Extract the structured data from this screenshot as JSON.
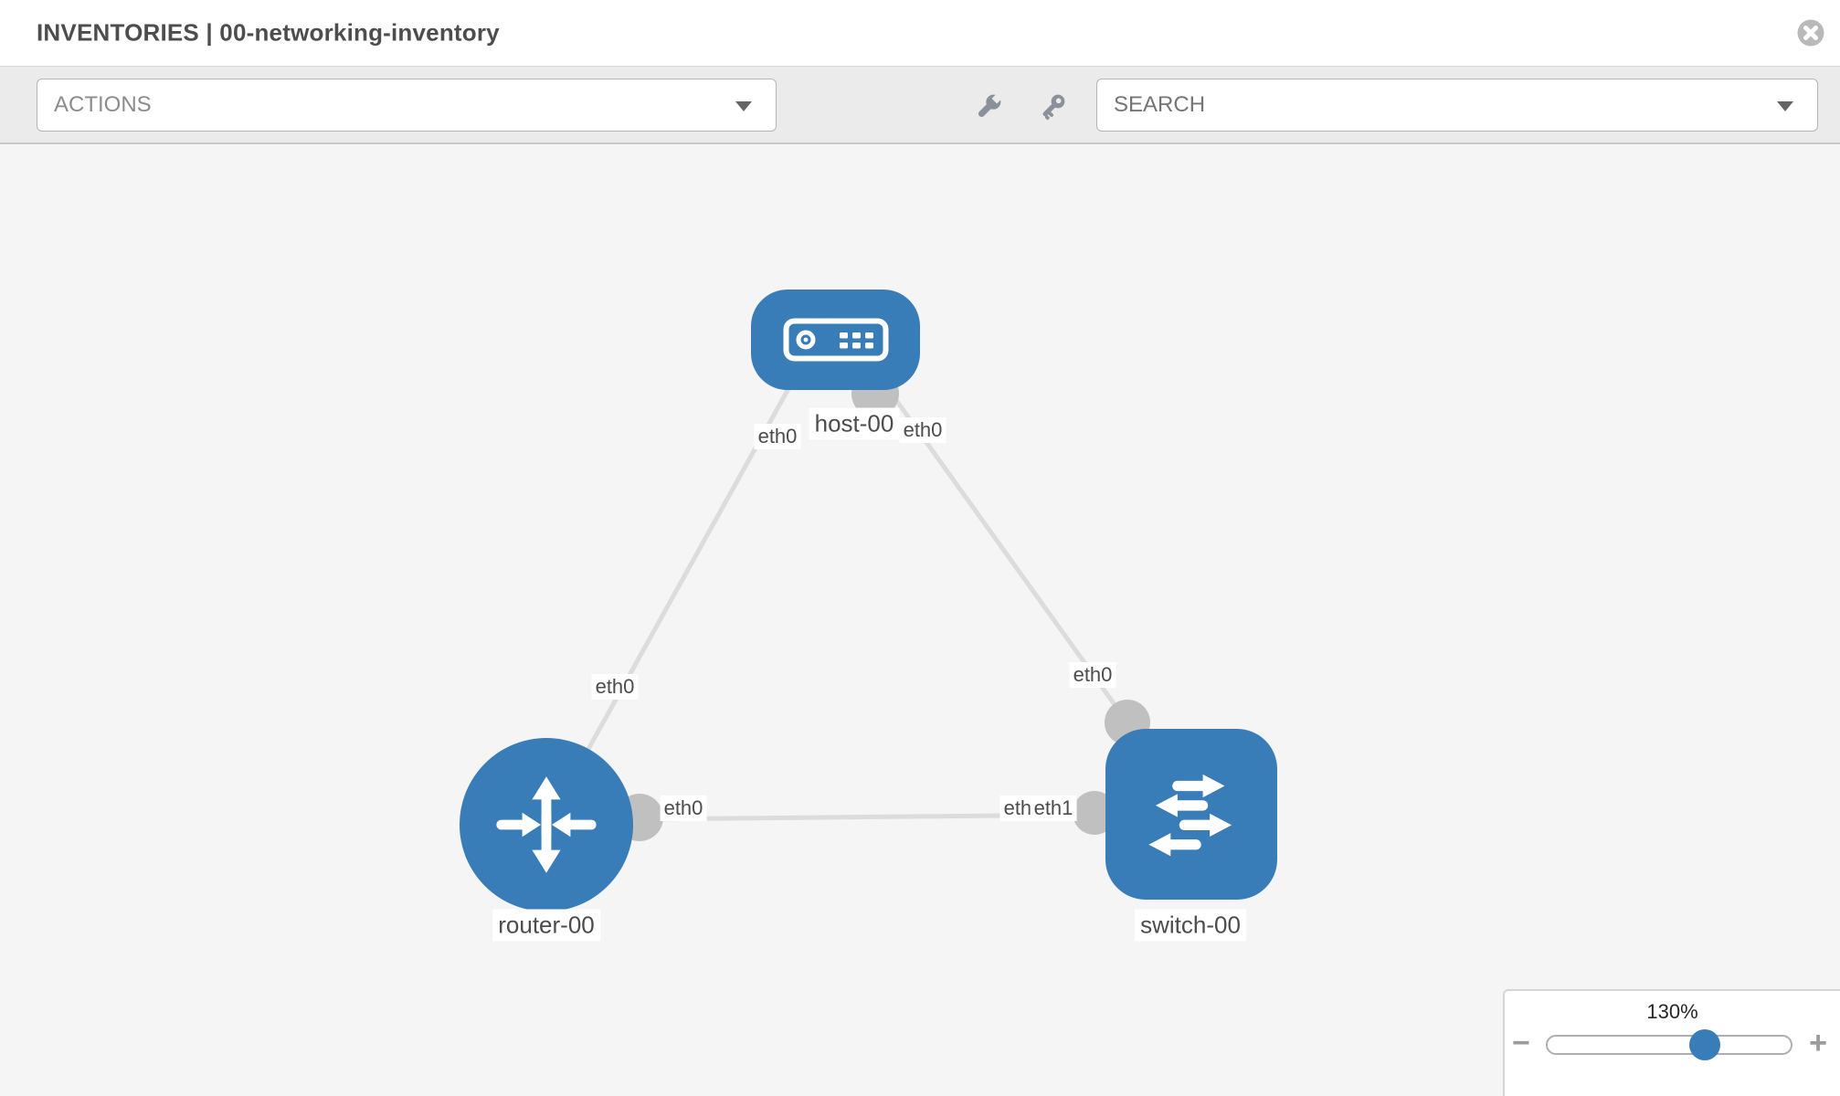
{
  "header": {
    "title": "INVENTORIES | 00-networking-inventory"
  },
  "toolbar": {
    "actions_label": "ACTIONS",
    "search_placeholder": "SEARCH",
    "icons": [
      "wrench-icon",
      "key-icon"
    ]
  },
  "topology": {
    "nodes": [
      {
        "label": "host-00",
        "type": "host"
      },
      {
        "label": "router-00",
        "type": "router"
      },
      {
        "label": "switch-00",
        "type": "switch"
      }
    ],
    "links": [
      {
        "from": "host-00",
        "to": "router-00",
        "from_interface": "eth0",
        "to_interface": "eth0"
      },
      {
        "from": "host-00",
        "to": "switch-00",
        "from_interface": "eth0",
        "to_interface": "eth0"
      },
      {
        "from": "router-00",
        "to": "switch-00",
        "from_interface": "eth0",
        "to_interface": "eth1"
      }
    ]
  },
  "zoom_control": {
    "level": "130%",
    "minus_label": "−",
    "plus_label": "+"
  },
  "colors": {
    "node_blue": "#387cb8",
    "link_gray": "#dcdcdc",
    "connector_gray": "#c0c0c0",
    "canvas_bg": "#f5f5f5",
    "toolbar_bg": "#ebebeb"
  }
}
